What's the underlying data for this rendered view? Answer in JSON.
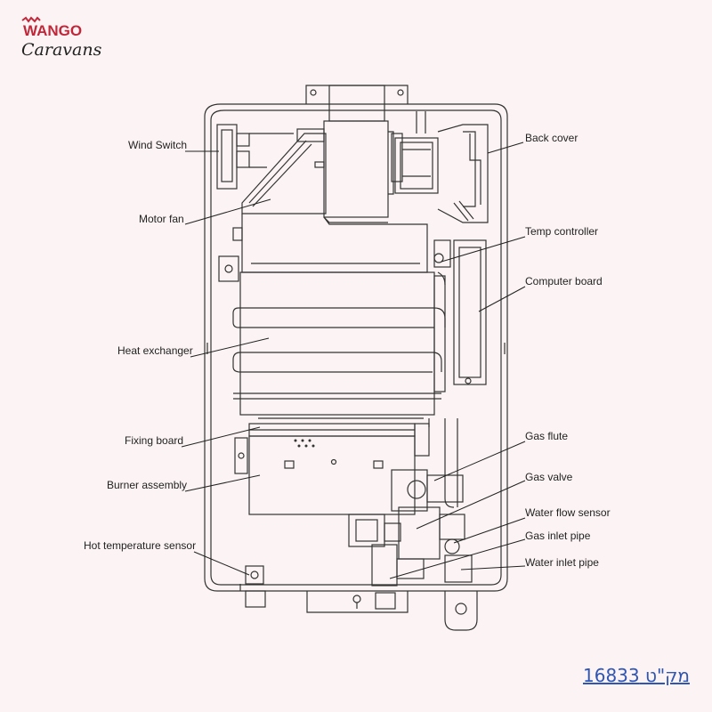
{
  "brand": {
    "logo_line1": "WANGO",
    "logo_line2": "Caravans",
    "accent_color": "#c0283a",
    "text_color": "#222222"
  },
  "labels": {
    "wind_switch": "Wind Switch",
    "motor_fan": "Motor fan",
    "heat_exchanger": "Heat exchanger",
    "fixing_board": "Fixing board",
    "burner_assembly": "Burner assembly",
    "hot_temperature_sensor": "Hot temperature sensor",
    "back_cover": "Back cover",
    "temp_controller": "Temp controller",
    "computer_board": "Computer board",
    "gas_flute": "Gas flute",
    "gas_valve": "Gas valve",
    "water_flow_sensor": "Water flow sensor",
    "gas_inlet_pipe": "Gas inlet pipe",
    "water_inlet_pipe": "Water inlet pipe"
  },
  "sku": "מק\"ט 16833",
  "sku_color": "#2f55b5"
}
